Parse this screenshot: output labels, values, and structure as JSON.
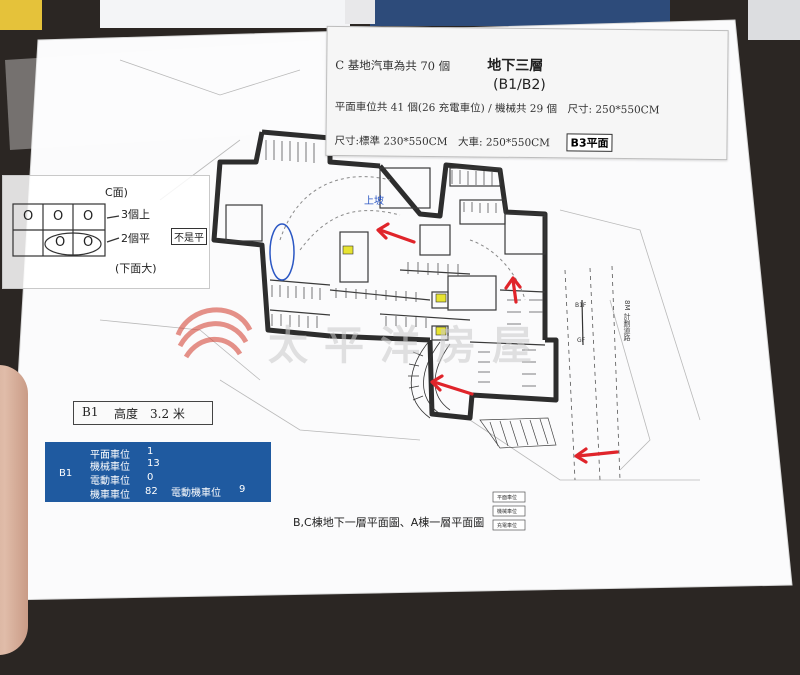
{
  "note": {
    "line1": "C 基地汽車為共 70 個",
    "line1_hand": "地下三層",
    "line1_hand2": "(B1/B2)",
    "line2": "平面車位共 41 個(26 充電車位) / 機械共 29 個　尺寸: 250*550CM",
    "line3": "尺寸:標準 230*550CM　大車: 250*550CM",
    "line3_hand": "B3平面"
  },
  "sketch": {
    "top_label": "C面)",
    "row1": "3個上",
    "row2": "2個平",
    "tag": "不是平",
    "bottom": "(下面大)",
    "slot_mark": "O"
  },
  "plan_labels": {
    "ramp_note": "上坡",
    "road": "8M 計劃道路",
    "b1f": "B1F",
    "gf": "GF"
  },
  "watermark": {
    "text": "太平洋房屋"
  },
  "height": {
    "floor": "B1",
    "label": "高度",
    "value": "3.2 米"
  },
  "table": {
    "floor": "B1",
    "rows": [
      {
        "label": "平面車位",
        "value": "1"
      },
      {
        "label": "機械車位",
        "value": "13"
      },
      {
        "label": "電動車位",
        "value": "0"
      },
      {
        "label": "機車車位",
        "value": "82"
      }
    ],
    "extra_label": "電動機車位",
    "extra_value": "9"
  },
  "caption": "B,C棟地下一層平面圖、A棟一層平面圖",
  "legend": {
    "items": [
      "平面車位",
      "機械車位",
      "充電車位"
    ]
  },
  "colors": {
    "table_bg": "#1f5aa0",
    "arrow": "#e0242a",
    "watermark": "#d23a2a",
    "desk": "#2b2623"
  }
}
